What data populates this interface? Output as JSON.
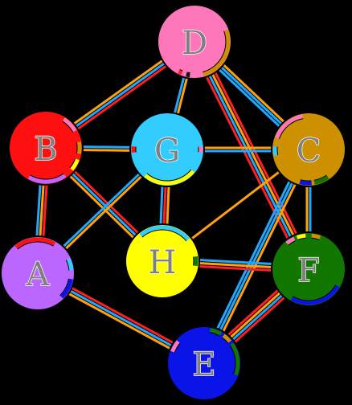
{
  "colors": {
    "background": "#000000",
    "red": "#ff2020",
    "blue": "#20a8ff",
    "orange": "#ffa010",
    "node_outline": "#000000"
  },
  "nodes": [
    {
      "id": "D",
      "label": "D",
      "fill": "#ff77bb"
    },
    {
      "id": "B",
      "label": "B",
      "fill": "#ff1010"
    },
    {
      "id": "G",
      "label": "G",
      "fill": "#33ccff"
    },
    {
      "id": "C",
      "label": "C",
      "fill": "#cc9000"
    },
    {
      "id": "A",
      "label": "A",
      "fill": "#bb66ff"
    },
    {
      "id": "H",
      "label": "H",
      "fill": "#ffff00"
    },
    {
      "id": "F",
      "label": "F",
      "fill": "#117700"
    },
    {
      "id": "E",
      "label": "E",
      "fill": "#0a14e8"
    }
  ],
  "edges": [
    {
      "from": "D",
      "to": "B",
      "colors": [
        "red",
        "blue",
        "orange"
      ]
    },
    {
      "from": "D",
      "to": "G",
      "colors": [
        "orange",
        "blue"
      ]
    },
    {
      "from": "D",
      "to": "C",
      "colors": [
        "orange",
        "blue",
        "blue"
      ]
    },
    {
      "from": "D",
      "to": "F",
      "colors": [
        "red",
        "orange",
        "blue",
        "red"
      ]
    },
    {
      "from": "B",
      "to": "G",
      "colors": [
        "blue",
        "orange"
      ]
    },
    {
      "from": "B",
      "to": "A",
      "colors": [
        "red",
        "orange",
        "blue"
      ]
    },
    {
      "from": "B",
      "to": "H",
      "colors": [
        "red",
        "blue",
        "orange"
      ]
    },
    {
      "from": "G",
      "to": "C",
      "colors": [
        "orange",
        "blue"
      ]
    },
    {
      "from": "G",
      "to": "H",
      "colors": [
        "orange",
        "red",
        "blue"
      ]
    },
    {
      "from": "G",
      "to": "A",
      "colors": [
        "orange",
        "blue"
      ]
    },
    {
      "from": "C",
      "to": "H",
      "colors": [
        "orange"
      ]
    },
    {
      "from": "C",
      "to": "F",
      "colors": [
        "blue",
        "orange"
      ]
    },
    {
      "from": "C",
      "to": "E",
      "colors": [
        "orange",
        "blue",
        "blue"
      ]
    },
    {
      "from": "H",
      "to": "F",
      "colors": [
        "blue",
        "orange",
        "red"
      ]
    },
    {
      "from": "A",
      "to": "E",
      "colors": [
        "red",
        "blue",
        "orange"
      ]
    },
    {
      "from": "F",
      "to": "E",
      "colors": [
        "red",
        "blue",
        "orange",
        "red"
      ]
    }
  ],
  "port_marks": [
    {
      "node": "D",
      "color": "#ff2020",
      "start": 112,
      "end": 118
    },
    {
      "node": "D",
      "color": "#111111",
      "start": 98,
      "end": 104
    },
    {
      "node": "D",
      "color": "#cc9000",
      "start": -20,
      "end": 75
    },
    {
      "node": "B",
      "color": "#ff77bb",
      "start": -58,
      "end": -30
    },
    {
      "node": "B",
      "color": "#cc9000",
      "start": -10,
      "end": 10
    },
    {
      "node": "B",
      "color": "#ffff00",
      "start": 20,
      "end": 40
    },
    {
      "node": "B",
      "color": "#bb66ff",
      "start": 55,
      "end": 120
    },
    {
      "node": "G",
      "color": "#ff1010",
      "start": 175,
      "end": 185
    },
    {
      "node": "G",
      "color": "#ffff00",
      "start": 40,
      "end": 130
    },
    {
      "node": "G",
      "color": "#ff77bb",
      "start": -5,
      "end": 5
    },
    {
      "node": "C",
      "color": "#ff77bb",
      "start": -160,
      "end": -100
    },
    {
      "node": "C",
      "color": "#33ccff",
      "start": 170,
      "end": 185
    },
    {
      "node": "C",
      "color": "#117700",
      "start": 55,
      "end": 80
    },
    {
      "node": "C",
      "color": "#0a14e8",
      "start": 85,
      "end": 105
    },
    {
      "node": "A",
      "color": "#ff1010",
      "start": -130,
      "end": -60
    },
    {
      "node": "A",
      "color": "#33ccff",
      "start": -25,
      "end": -5
    },
    {
      "node": "A",
      "color": "#0a14e8",
      "start": 10,
      "end": 45
    },
    {
      "node": "H",
      "color": "#33ccff",
      "start": -130,
      "end": -40
    },
    {
      "node": "H",
      "color": "#117700",
      "start": -8,
      "end": 8
    },
    {
      "node": "F",
      "color": "#ff77bb",
      "start": -130,
      "end": -115
    },
    {
      "node": "F",
      "color": "#ffff00",
      "start": -110,
      "end": -95
    },
    {
      "node": "F",
      "color": "#cc9000",
      "start": -85,
      "end": -70
    },
    {
      "node": "F",
      "color": "#0a14e8",
      "start": 30,
      "end": 120
    },
    {
      "node": "E",
      "color": "#ff77bb",
      "start": -160,
      "end": -140
    },
    {
      "node": "E",
      "color": "#117700",
      "start": -80,
      "end": -60
    },
    {
      "node": "E",
      "color": "#cc9000",
      "start": -55,
      "end": -40
    },
    {
      "node": "E",
      "color": "#117700",
      "start": -35,
      "end": 20
    }
  ]
}
